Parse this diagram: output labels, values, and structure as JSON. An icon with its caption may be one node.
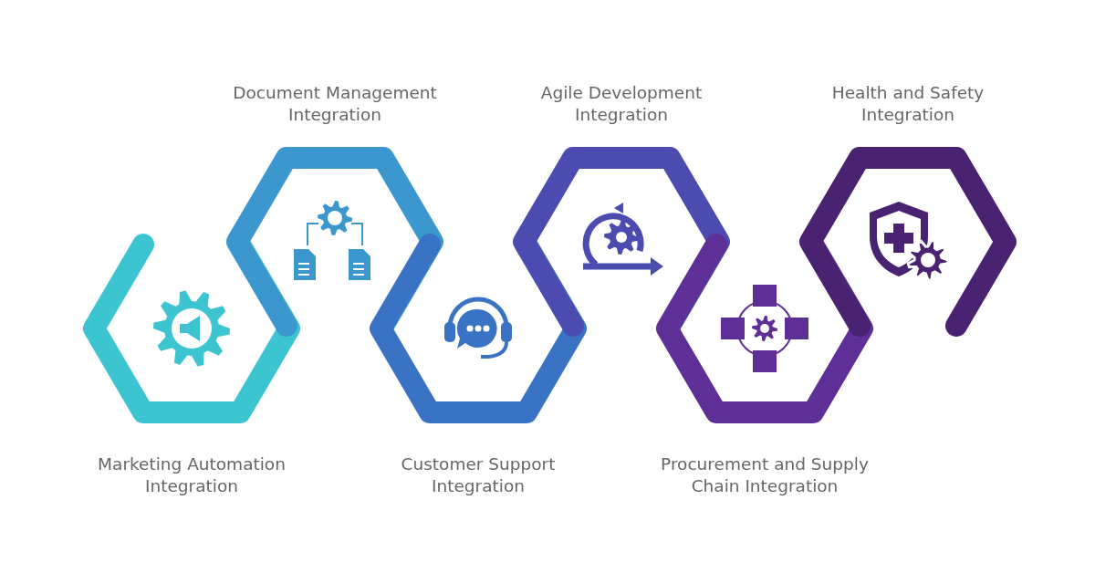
{
  "diagram": {
    "nodes": [
      {
        "text": [
          "Marketing Automation Integration"
        ]
      },
      {
        "text": [
          "Document Management Integration"
        ]
      },
      {
        "text": [
          "Customer Support Integration"
        ]
      },
      {
        "text": [
          "Agile Development Integration"
        ]
      },
      {
        "text": [
          "Procurement and Supply Chain Integration"
        ]
      },
      {
        "text": [
          "Health and Safety Integration"
        ]
      }
    ]
  }
}
